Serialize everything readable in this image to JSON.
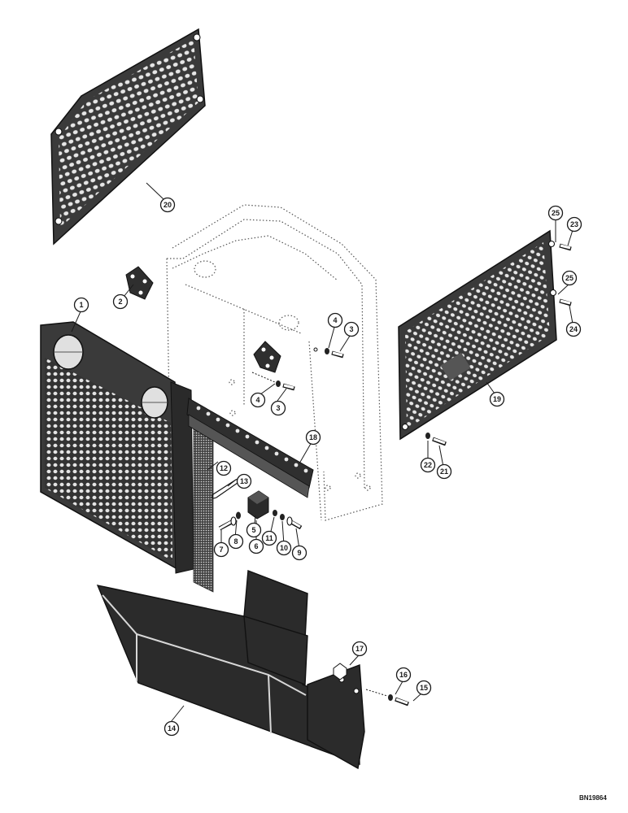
{
  "drawing_code": "BN19864",
  "callouts": [
    "1",
    "2",
    "3",
    "3",
    "4",
    "4",
    "5",
    "6",
    "7",
    "8",
    "9",
    "10",
    "11",
    "12",
    "13",
    "14",
    "15",
    "16",
    "17",
    "18",
    "19",
    "20",
    "21",
    "22",
    "23",
    "24",
    "25",
    "25"
  ],
  "colors": {
    "ink": "#1a1a1a",
    "plate": "#3a3a3a",
    "paper": "#ffffff"
  }
}
